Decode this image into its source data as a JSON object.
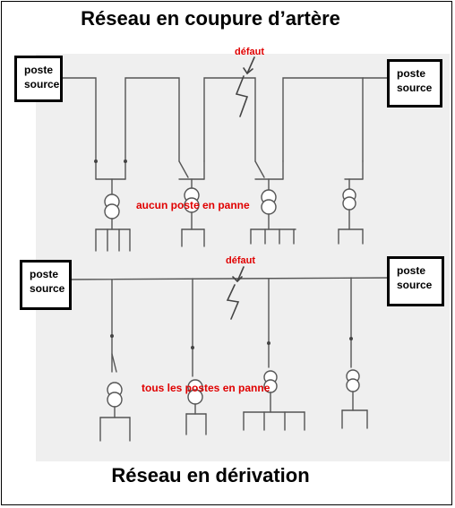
{
  "top": {
    "title": "Réseau en coupure d’artère",
    "source_left": {
      "line1": "poste",
      "line2": "source"
    },
    "source_right": {
      "line1": "poste",
      "line2": "source"
    },
    "fault_label": "défaut",
    "status": "aucun poste en panne"
  },
  "bottom": {
    "title": "Réseau en dérivation",
    "source_left": {
      "line1": "poste",
      "line2": "source"
    },
    "source_right": {
      "line1": "poste",
      "line2": "source"
    },
    "fault_label": "défaut",
    "status": "tous les  postes en panne"
  },
  "colors": {
    "annotation": "#e00000",
    "pencil": "#555555",
    "paper": "#efefef"
  }
}
